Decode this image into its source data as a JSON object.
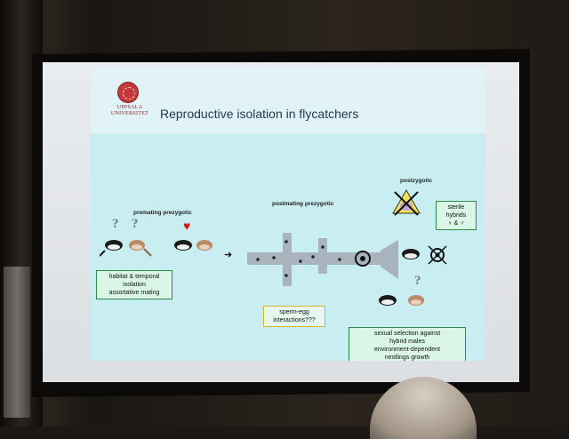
{
  "slide": {
    "university": "UPPSALA UNIVERSITET",
    "title": "Reproductive isolation in flycatchers",
    "labels": {
      "premating": "premating prezygotic",
      "postmating": "postmating prezygotic",
      "postzygotic": "postzygotic"
    },
    "boxes": {
      "habitat_l1": "habitat & temporal",
      "habitat_l2": "isolation",
      "habitat_l3": "assortative mating",
      "sperm_l1": "sperm-egg",
      "sperm_l2": "interactions???",
      "sterile_l1": "sterile",
      "sterile_l2": "hybrids",
      "sterile_l3": "♀ & ♂",
      "sexual_l1": "sexual selection against",
      "sexual_l2": "hybrid males",
      "sexual_l3": "environment-dependent",
      "sexual_l4": "nestlings growth"
    },
    "glyphs": {
      "question": "?",
      "heart": "♥",
      "arrow": "➜",
      "cross": "✕"
    }
  },
  "colors": {
    "slide_bg": "#c9eef2",
    "title": "#243a52",
    "seal": "#c23a3a",
    "green_box": "#2f8a4a",
    "yellow_box": "#d8b32b",
    "heart": "#d11b1b"
  }
}
